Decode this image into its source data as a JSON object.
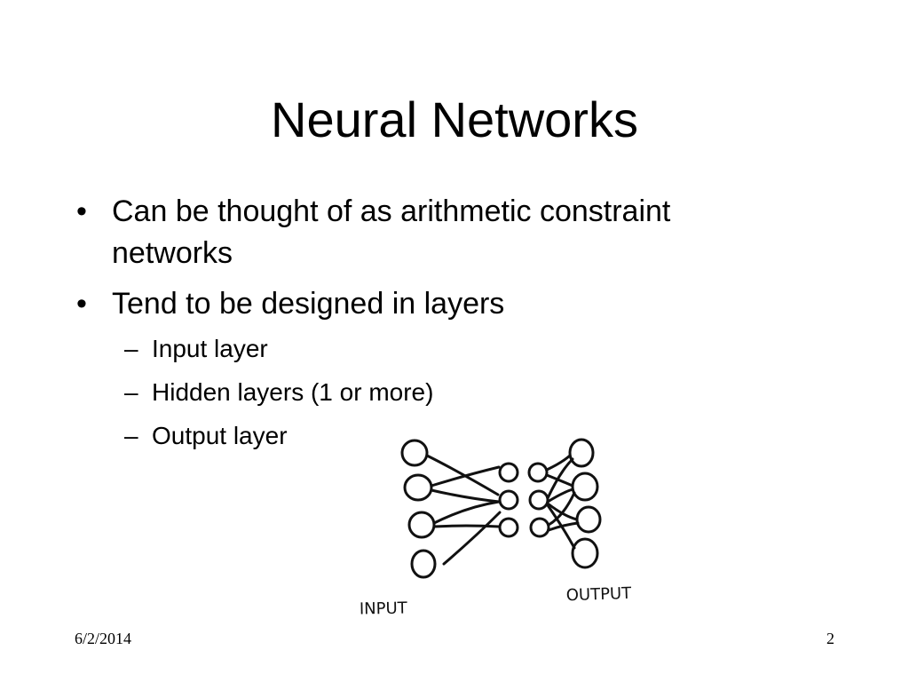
{
  "slide": {
    "title": "Neural Networks",
    "bullets": [
      {
        "marker": "•",
        "lines": [
          "Can be thought of as arithmetic constraint",
          "networks"
        ]
      },
      {
        "marker": "•",
        "lines": [
          "Tend to be designed in layers"
        ],
        "subitems": [
          {
            "marker": "–",
            "text": "Input layer"
          },
          {
            "marker": "–",
            "text": "Hidden layers (1 or more)"
          },
          {
            "marker": "–",
            "text": "Output layer"
          }
        ]
      }
    ],
    "diagram": {
      "input_label": "INPUT",
      "output_label": "OUTPUT",
      "ink_color": "#111111"
    },
    "footer": {
      "date": "6/2/2014",
      "page_number": "2"
    }
  }
}
